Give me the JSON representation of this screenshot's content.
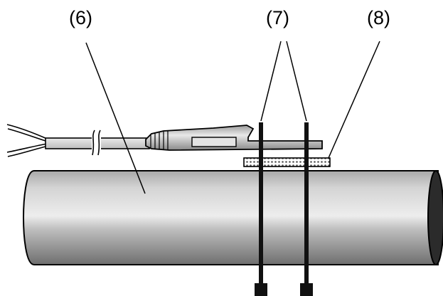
{
  "callouts": {
    "sensor_pipe": "(6)",
    "cable_ties": "(7)",
    "heat_conducting_pad": "(8)"
  },
  "colors": {
    "outline": "#000000",
    "pipe_dark": "#6f6f6f",
    "pipe_light": "#e6e6e6",
    "pipe_end_cap": "#2b2b2b",
    "sensor_body": "#bdbdbd",
    "cable": "#d2d2d2"
  }
}
